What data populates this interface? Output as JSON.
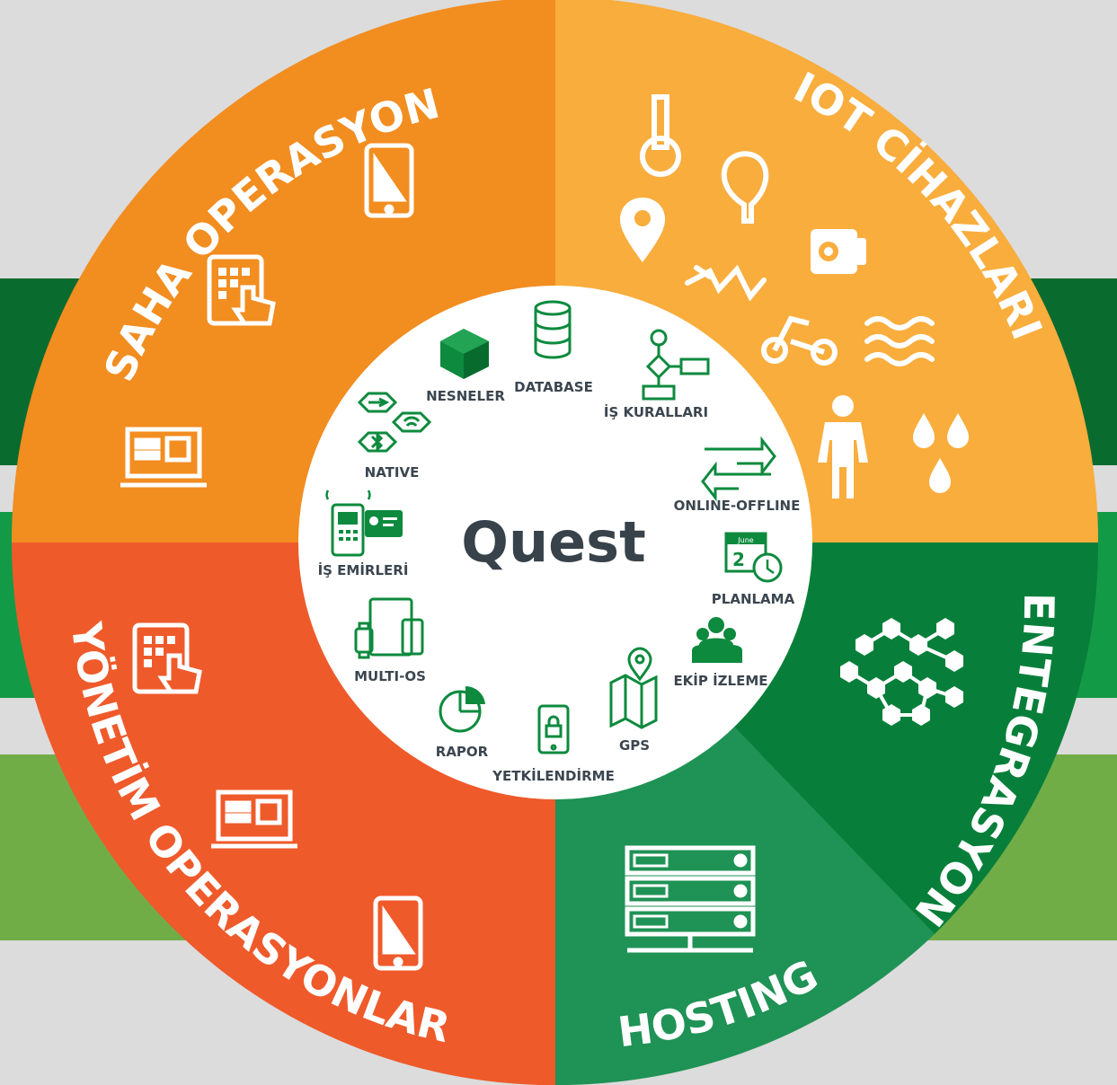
{
  "diagram": {
    "center_title": "Quest",
    "segments": [
      {
        "id": "saha",
        "label": "SAHA OPERASYONLARI",
        "color": "#f28d20"
      },
      {
        "id": "iot",
        "label": "IOT CİHAZLARI",
        "color": "#f9ad3d"
      },
      {
        "id": "entegrasyon",
        "label": "ENTEGRASYON",
        "color": "#077f3a"
      },
      {
        "id": "hosting",
        "label": "HOSTING",
        "color": "#1f9255"
      },
      {
        "id": "yonetim",
        "label": "YÖNETİM OPERASYONLARI",
        "color": "#ef5a2b"
      }
    ],
    "modules": {
      "nesneler": "NESNELER",
      "database": "DATABASE",
      "is_kurallari": "İŞ KURALLARI",
      "online_offline": "ONLINE-OFFLINE",
      "planlama": "PLANLAMA",
      "ekip_izleme": "EKİP İZLEME",
      "gps": "GPS",
      "yetkilendirme": "YETKİLENDİRME",
      "rapor": "RAPOR",
      "multi_os": "MULTI-OS",
      "is_emirleri": "İŞ EMİRLERİ",
      "native": "NATIVE"
    },
    "calendar_month": "June",
    "calendar_day": "2",
    "colors": {
      "module_green": "#0d8a3e",
      "text_dark": "#37424a",
      "background": "#dcdcdc"
    }
  }
}
